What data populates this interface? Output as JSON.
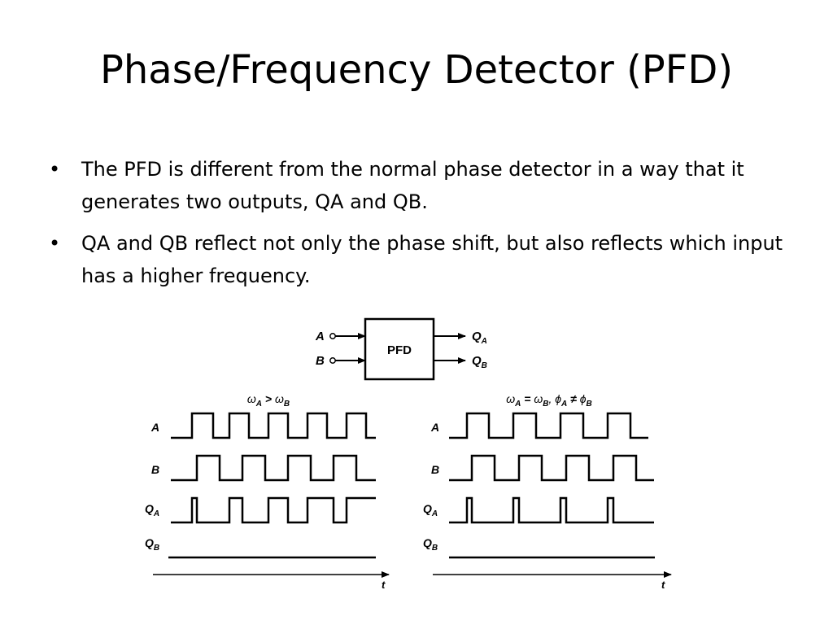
{
  "slide": {
    "title": "Phase/Frequency Detector (PFD)",
    "bullet_glyph": "•",
    "bullets": [
      "The PFD is different from the normal phase detector in a way that it generates two outputs, QA and QB.",
      "QA and QB reflect not only the phase shift, but also reflects which input has a higher frequency."
    ]
  },
  "figure": {
    "block": {
      "label": "PFD",
      "inputs": [
        {
          "name": "A"
        },
        {
          "name": "B"
        }
      ],
      "outputs": [
        {
          "name": "Q",
          "sub": "A"
        },
        {
          "name": "Q",
          "sub": "B"
        }
      ]
    },
    "time_label": "t",
    "panels": [
      {
        "condition": {
          "w": "ω",
          "s1": "A",
          "op": " > ",
          "w2": "ω",
          "s2": "B",
          "tail": "",
          "p": "",
          "s3": "",
          "op2": "",
          "p2": "",
          "s4": ""
        },
        "signals": [
          {
            "name": "A",
            "sub": ""
          },
          {
            "name": "B",
            "sub": ""
          },
          {
            "name": "Q",
            "sub": "A"
          },
          {
            "name": "Q",
            "sub": "B"
          }
        ]
      },
      {
        "condition": {
          "w": "ω",
          "s1": "A",
          "op": " = ",
          "w2": "ω",
          "s2": "B",
          "tail": ", ",
          "p": "ϕ",
          "s3": "A",
          "op2": " ≠ ",
          "p2": "ϕ",
          "s4": "B"
        },
        "signals": [
          {
            "name": "A",
            "sub": ""
          },
          {
            "name": "B",
            "sub": ""
          },
          {
            "name": "Q",
            "sub": "A"
          },
          {
            "name": "Q",
            "sub": "B"
          }
        ]
      }
    ]
  }
}
